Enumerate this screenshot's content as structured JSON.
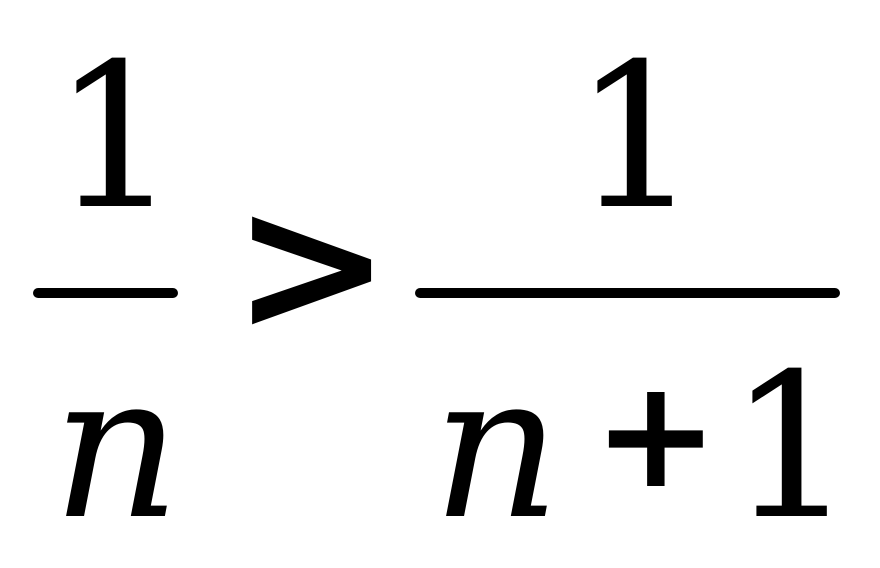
{
  "expression": {
    "left_fraction": {
      "numerator": "1",
      "denominator": "n"
    },
    "relation": ">",
    "right_fraction": {
      "numerator": "1",
      "denominator_var": "n",
      "denominator_op": "+",
      "denominator_const": "1"
    }
  }
}
